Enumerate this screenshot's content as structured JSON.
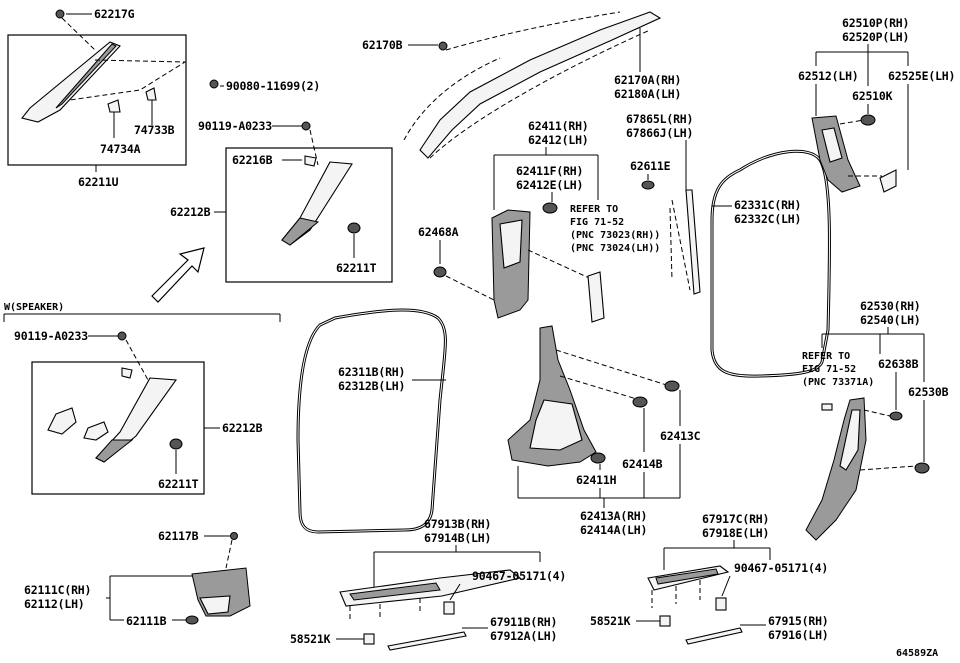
{
  "diagram_id": "64589ZA",
  "labels": {
    "p62217G": "62217G",
    "p90080": "90080-11699(2)",
    "p74733B": "74733B",
    "p74734A": "74734A",
    "p62211U": "62211U",
    "p90119a": "90119-A0233",
    "p62216B": "62216B",
    "p62212B_top": "62212B",
    "p62211T_top": "62211T",
    "wspeaker": "W(SPEAKER)",
    "p90119b": "90119-A0233",
    "p62212B_bot": "62212B",
    "p62211T_bot": "62211T",
    "p62117B": "62117B",
    "p62111C": "62111C(RH)",
    "p62112": "62112(LH)",
    "p62111B": "62111B",
    "p58521K_l": "58521K",
    "p62170B": "62170B",
    "p62170A": "62170A(RH)",
    "p62180A": "62180A(LH)",
    "p62411": "62411(RH)",
    "p62412": "62412(LH)",
    "p62411F": "62411F(RH)",
    "p62412E": "62412E(LH)",
    "refer1_a": "REFER TO",
    "refer1_b": "FIG 71-52",
    "refer1_c": "(PNC 73023(RH))",
    "refer1_d": "(PNC 73024(LH))",
    "p62468A": "62468A",
    "p62311B": "62311B(RH)",
    "p62312B": "62312B(LH)",
    "p62413C": "62413C",
    "p62414B": "62414B",
    "p62411H": "62411H",
    "p62413A": "62413A(RH)",
    "p62414A": "62414A(LH)",
    "p67913B": "67913B(RH)",
    "p67914B": "67914B(LH)",
    "p90467_l": "90467-05171(4)",
    "p67911B": "67911B(RH)",
    "p67912A": "67912A(LH)",
    "p67865L": "67865L(RH)",
    "p67866J": "67866J(LH)",
    "p62611E": "62611E",
    "p62331C": "62331C(RH)",
    "p62332C": "62332C(LH)",
    "p62510P": "62510P(RH)",
    "p62520P": "62520P(LH)",
    "p62512": "62512(LH)",
    "p62525E": "62525E(LH)",
    "p62510K": "62510K",
    "p62530": "62530(RH)",
    "p62540": "62540(LH)",
    "refer2_a": "REFER TO",
    "refer2_b": "FIG 71-52",
    "refer2_c": "(PNC 73371A)",
    "p62638B": "62638B",
    "p62530B": "62530B",
    "p67917C": "67917C(RH)",
    "p67918E": "67918E(LH)",
    "p90467_r": "90467-05171(4)",
    "p58521K_r": "58521K",
    "p67915": "67915(RH)",
    "p67916": "67916(LH)"
  }
}
